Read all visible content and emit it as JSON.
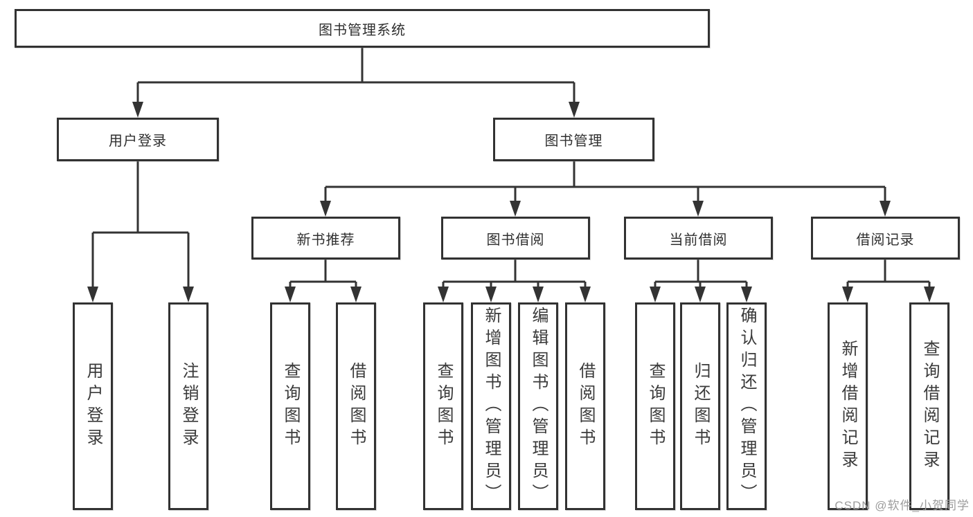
{
  "diagram": {
    "root": {
      "label": "图书管理系统"
    },
    "branches": [
      {
        "label": "用户登录",
        "children": [
          {
            "label": "用户登录"
          },
          {
            "label": "注销登录"
          }
        ]
      },
      {
        "label": "图书管理",
        "groups": [
          {
            "label": "新书推荐",
            "children": [
              {
                "label": "查询图书"
              },
              {
                "label": "借阅图书"
              }
            ]
          },
          {
            "label": "图书借阅",
            "children": [
              {
                "label": "查询图书"
              },
              {
                "label": "新增图书（管理员）"
              },
              {
                "label": "编辑图书（管理员）"
              },
              {
                "label": "借阅图书"
              }
            ]
          },
          {
            "label": "当前借阅",
            "children": [
              {
                "label": "查询图书"
              },
              {
                "label": "归还图书"
              },
              {
                "label": "确认归还（管理员）"
              }
            ]
          },
          {
            "label": "借阅记录",
            "children": [
              {
                "label": "新增借阅记录"
              },
              {
                "label": "查询借阅记录"
              }
            ]
          }
        ]
      }
    ]
  },
  "watermark": {
    "text": "CSDN @软件_小贺同学",
    "color": "#9c9c9c"
  },
  "colors": {
    "line": "#333333",
    "box_border": "#323232",
    "box_background": "#ffffff",
    "text": "#2f2f2f",
    "page_background": "#ffffff"
  }
}
